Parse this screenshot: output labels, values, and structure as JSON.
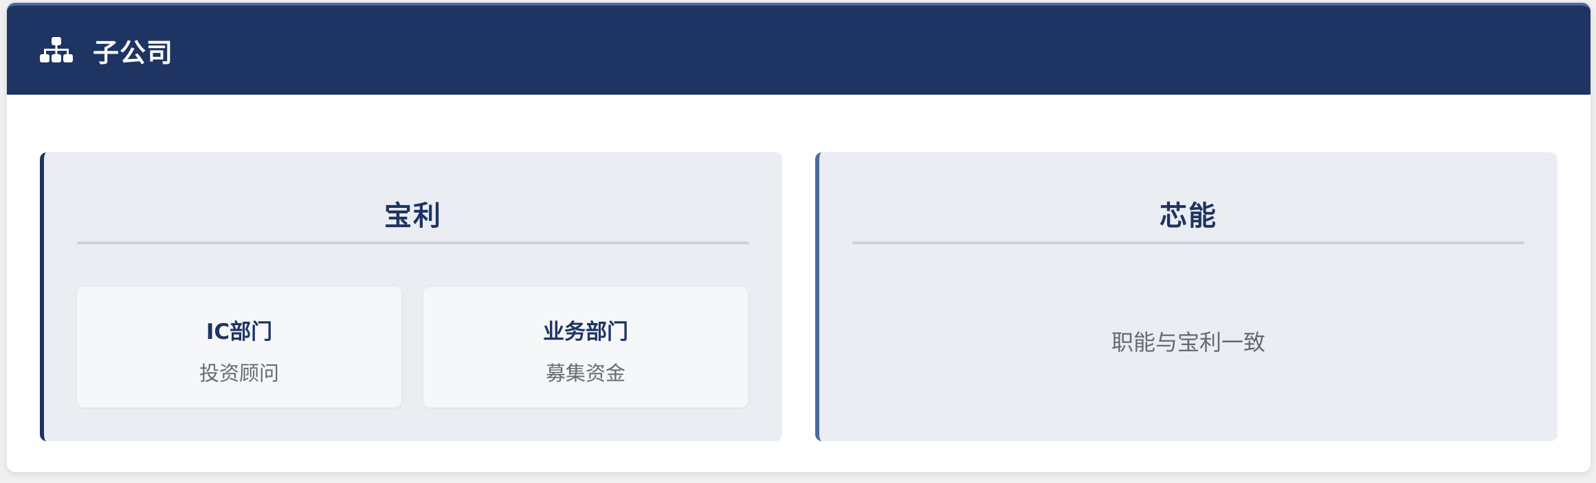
{
  "header": {
    "icon": "sitemap-icon",
    "title": "子公司"
  },
  "companies": [
    {
      "name": "宝利",
      "departments": [
        {
          "name": "IC部门",
          "description": "投资顾问"
        },
        {
          "name": "业务部门",
          "description": "募集资金"
        }
      ]
    },
    {
      "name": "芯能",
      "note": "职能与宝利一致"
    }
  ],
  "colors": {
    "header_bg": "#1e3462",
    "accent": "#4a6d9c",
    "card_bg": "#eaedf2"
  }
}
